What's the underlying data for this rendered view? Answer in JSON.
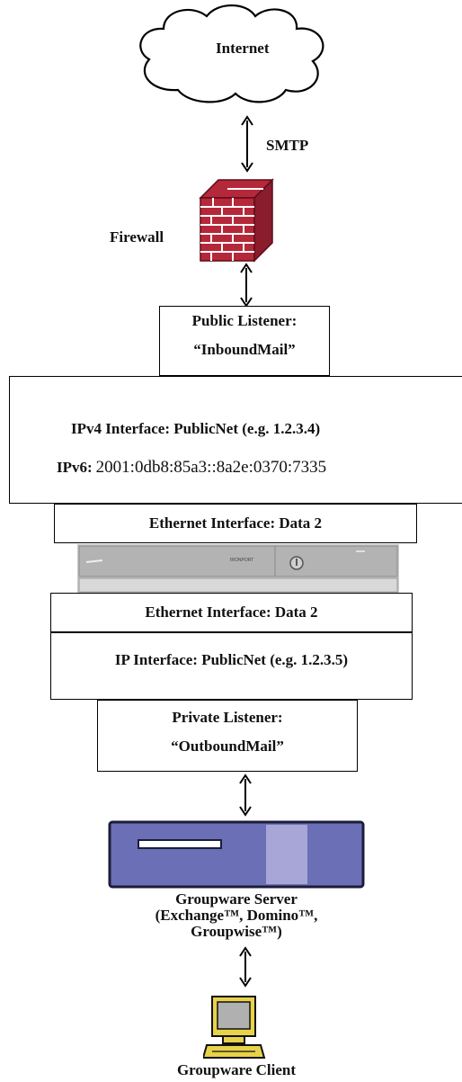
{
  "internet": {
    "label": "Internet"
  },
  "smtp": {
    "label": "SMTP"
  },
  "firewall": {
    "label": "Firewall"
  },
  "public_listener": {
    "line1": "Public Listener:",
    "line2": "“InboundMail”"
  },
  "interface_upper": {
    "ipv4_label": "IPv4 Interface: PublicNet (e.g. 1.2.3.4)",
    "ipv6_prefix": "IPv6:",
    "ipv6_value": "2001:0db8:85a3::8a2e:0370:7335"
  },
  "ethernet_upper": {
    "label": "Ethernet Interface: Data 2"
  },
  "appliance": {
    "brand": "IRONPORT"
  },
  "ethernet_lower": {
    "label": "Ethernet Interface: Data 2"
  },
  "ip_interface": {
    "label": "IP Interface: PublicNet (e.g. 1.2.3.5)"
  },
  "private_listener": {
    "line1": "Private Listener:",
    "line2": "“OutboundMail”"
  },
  "groupware_server": {
    "line1": "Groupware Server",
    "line2": "(Exchange™, Domino™,",
    "line3": "Groupwise™)"
  },
  "groupware_client": {
    "label": "Groupware Client"
  },
  "colors": {
    "firewall_brick": "#b5283a",
    "server_body": "#6b6fb6",
    "server_light": "#a7a6d6",
    "client_body": "#e7d24a"
  }
}
